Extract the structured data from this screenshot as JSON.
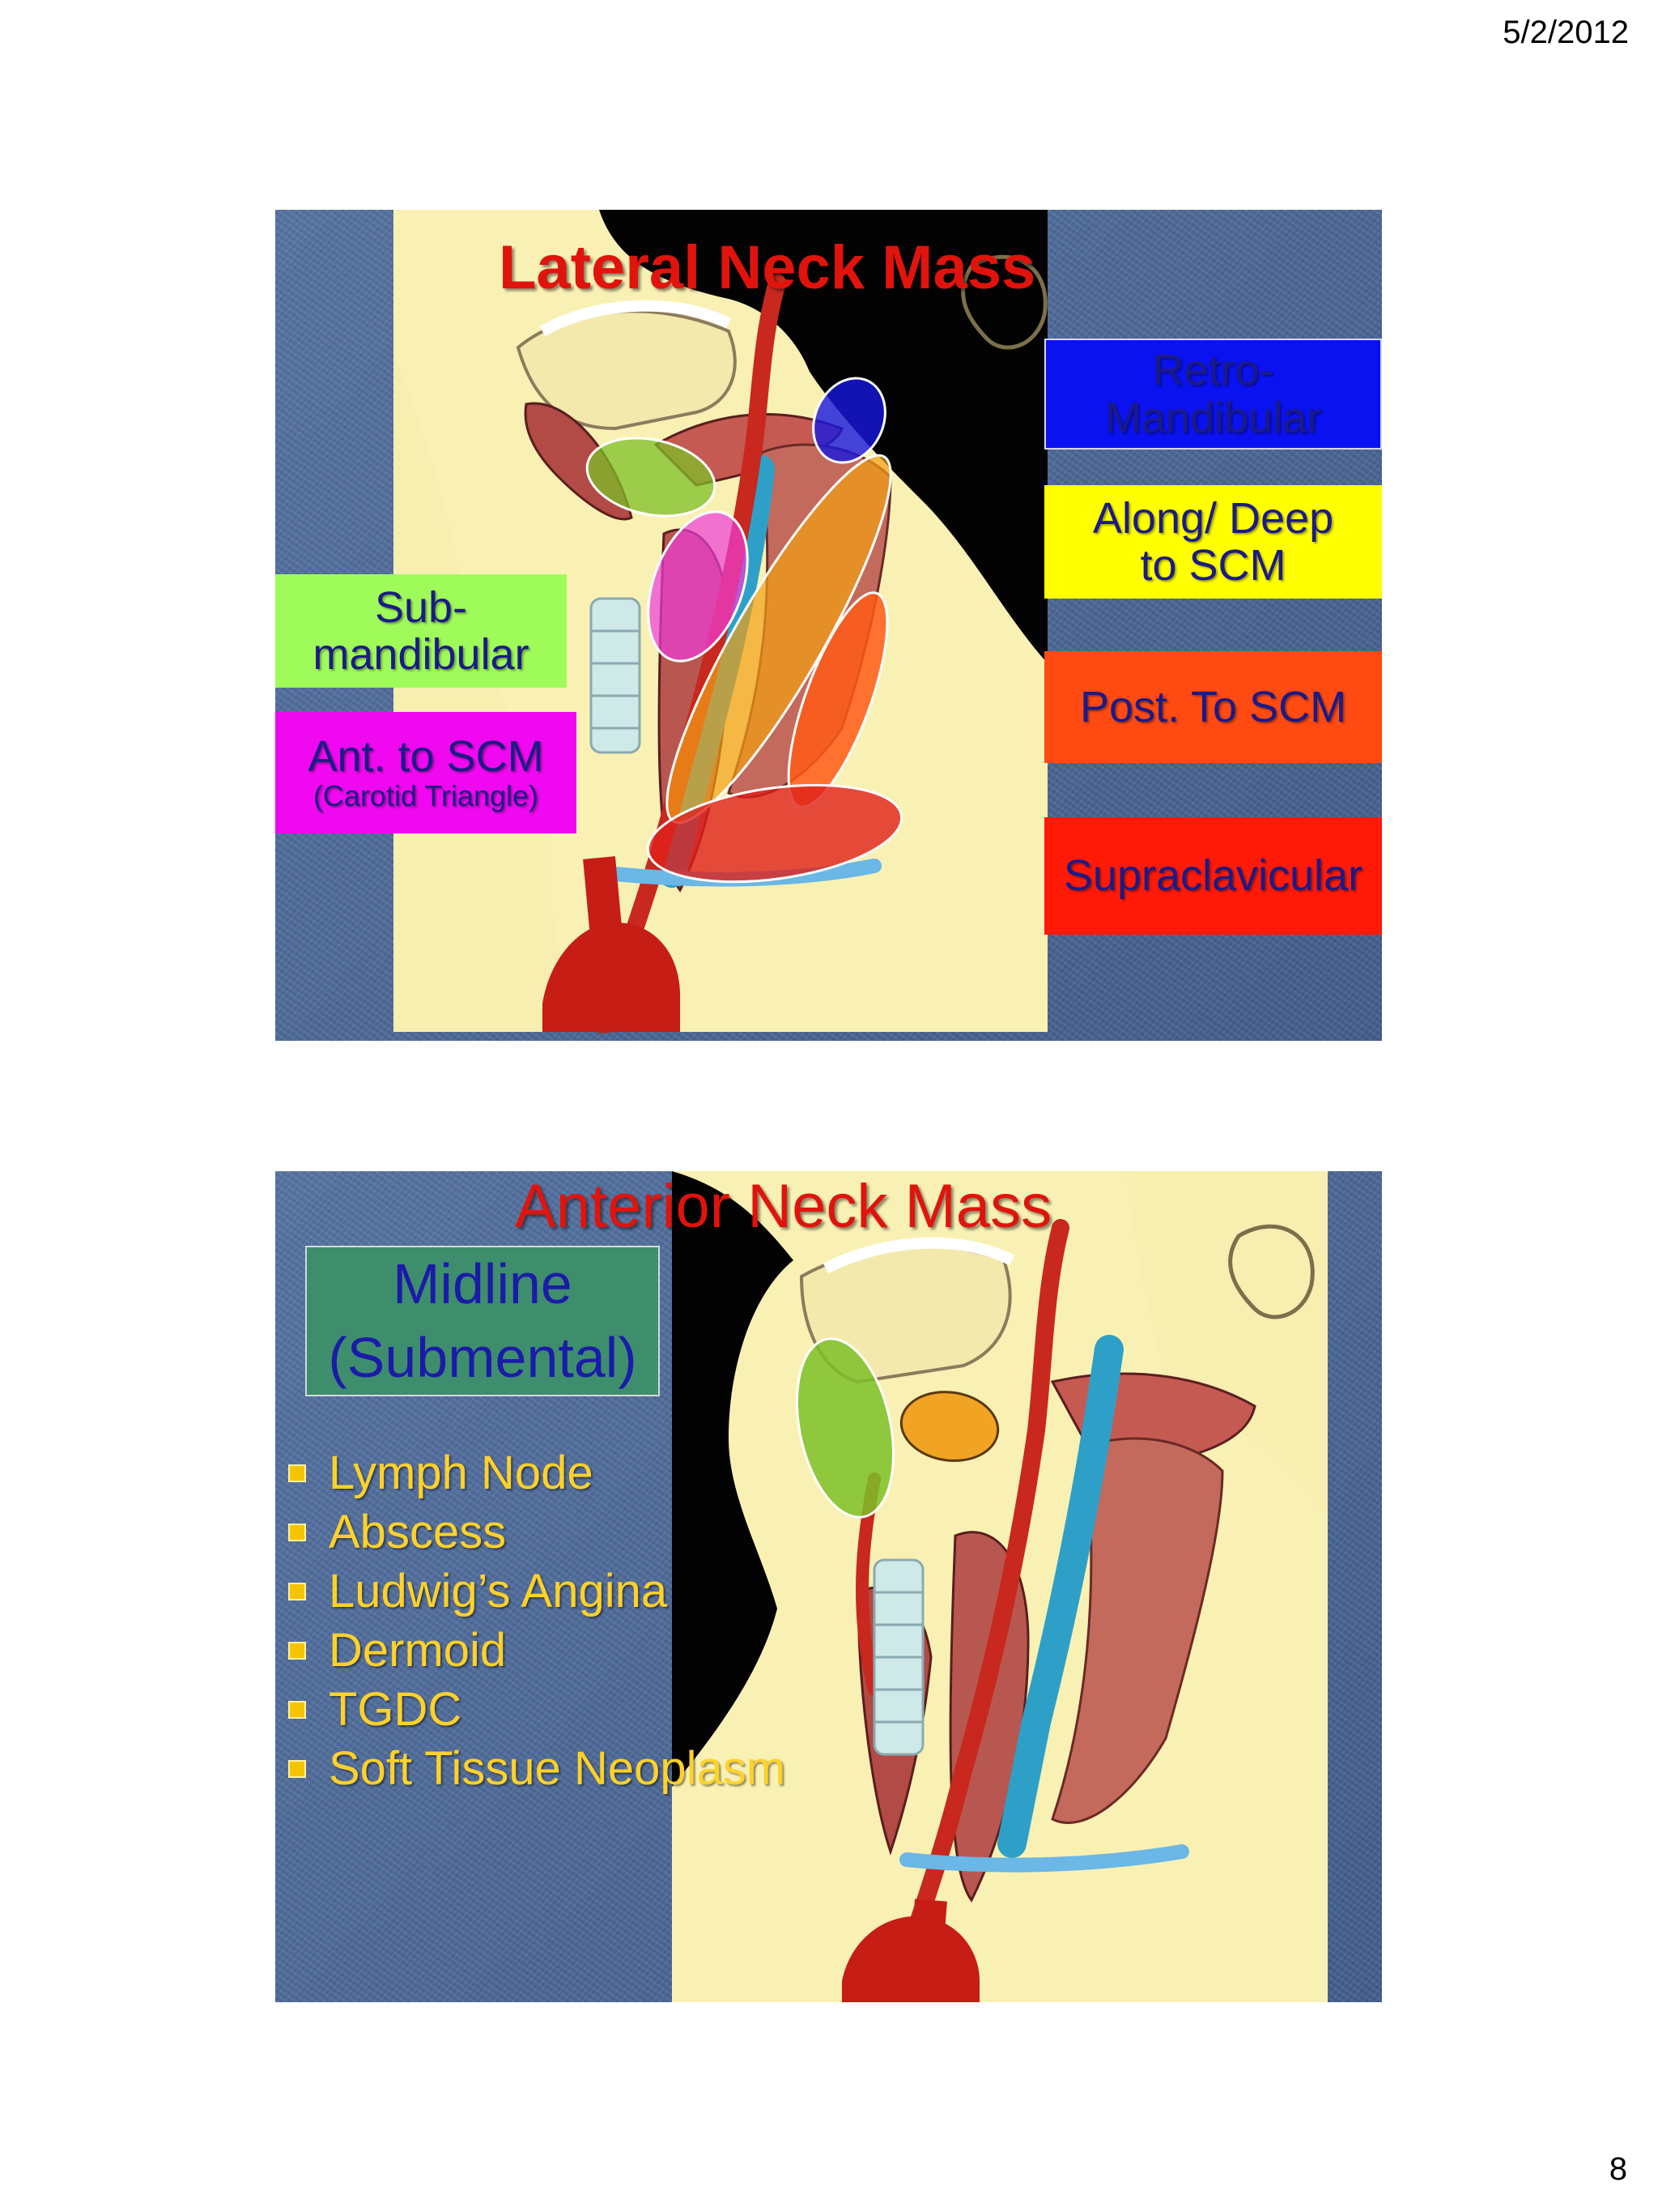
{
  "header": {
    "date": "5/2/2012"
  },
  "footer": {
    "page_number": "8"
  },
  "slide1": {
    "title": "Lateral Neck Mass",
    "regions": {
      "retro_line1": "Retro-",
      "retro_line2": "Mandibular",
      "along_line1": "Along/ Deep",
      "along_line2": "to SCM",
      "sub_line1": "Sub-",
      "sub_line2": "mandibular",
      "post_label": "Post. To SCM",
      "ant_line1": "Ant. to SCM",
      "ant_line2": "(Carotid Triangle)",
      "supra_label": "Supraclavicular"
    },
    "colors": {
      "retro": "#0a12f0",
      "along": "#ffff00",
      "sub": "#9ffb5a",
      "post": "#ff4a12",
      "ant": "#f008f0",
      "supra": "#ff1a08"
    }
  },
  "slide2": {
    "title": "Anterior Neck Mass",
    "midline_line1": "Midline",
    "midline_line2": "(Submental)",
    "bullets": [
      "Lymph Node",
      "Abscess",
      "Ludwig’s Angina",
      "Dermoid",
      "TGDC",
      "Soft Tissue Neoplasm"
    ]
  }
}
